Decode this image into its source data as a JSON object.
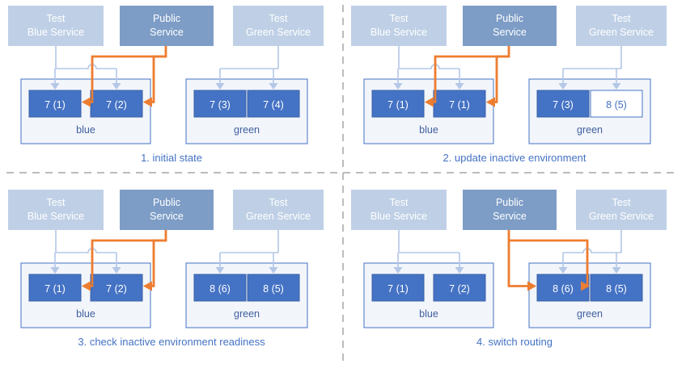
{
  "colors": {
    "test_service_fill": "#BFD0E6",
    "public_service_fill": "#7D9DC6",
    "pod_fill": "#4472C4",
    "pod_border": "#3A61A8",
    "env_border": "#4472C4",
    "env_fill": "#F2F5FA",
    "connector": "#B4C7E7",
    "routing_orange": "#ED7D31",
    "caption_text": "#4472C4",
    "env_label_text": "#3F5F9E",
    "service_text": "#FFFFFF",
    "pod_text": "#FFFFFF",
    "pod_inactive_text": "#4472C4",
    "pod_inactive_fill": "#FFFFFF",
    "divider": "#A6A6A6",
    "page_background": "#FFFFFF"
  },
  "services": {
    "test_blue": {
      "line1": "Test",
      "line2": "Blue Service"
    },
    "public": {
      "line1": "Public",
      "line2": "Service"
    },
    "test_green": {
      "line1": "Test",
      "line2": "Green Service"
    }
  },
  "environments": {
    "blue_label": "blue",
    "green_label": "green"
  },
  "panels": [
    {
      "id": "panel-1",
      "caption": "1. initial state",
      "blue_pods": [
        {
          "label": "7 (1)",
          "state": "active"
        },
        {
          "label": "7 (2)",
          "state": "active"
        }
      ],
      "green_pods": [
        {
          "label": "7 (3)",
          "state": "active"
        },
        {
          "label": "7 (4)",
          "state": "active"
        }
      ],
      "public_routing_target": "blue",
      "routing_direction": "left",
      "test_blue_connected": true,
      "test_green_connected": true
    },
    {
      "id": "panel-2",
      "caption": "2. update inactive environment",
      "blue_pods": [
        {
          "label": "7 (1)",
          "state": "active"
        },
        {
          "label": "7 (1)",
          "state": "active"
        }
      ],
      "green_pods": [
        {
          "label": "7 (3)",
          "state": "active"
        },
        {
          "label": "8 (5)",
          "state": "inactive"
        }
      ],
      "public_routing_target": "blue",
      "routing_direction": "left",
      "test_blue_connected": true,
      "test_green_connected": true
    },
    {
      "id": "panel-3",
      "caption": "3. check inactive environment readiness",
      "blue_pods": [
        {
          "label": "7 (1)",
          "state": "active"
        },
        {
          "label": "7 (2)",
          "state": "active"
        }
      ],
      "green_pods": [
        {
          "label": "8 (6)",
          "state": "active"
        },
        {
          "label": "8 (5)",
          "state": "active"
        }
      ],
      "public_routing_target": "blue",
      "routing_direction": "left",
      "test_blue_connected": true,
      "test_green_connected": true
    },
    {
      "id": "panel-4",
      "caption": "4. switch routing",
      "blue_pods": [
        {
          "label": "7 (1)",
          "state": "active"
        },
        {
          "label": "7 (2)",
          "state": "active"
        }
      ],
      "green_pods": [
        {
          "label": "8 (6)",
          "state": "active"
        },
        {
          "label": "8 (5)",
          "state": "active"
        }
      ],
      "public_routing_target": "green",
      "routing_direction": "right",
      "test_blue_connected": true,
      "test_green_connected": true
    }
  ]
}
